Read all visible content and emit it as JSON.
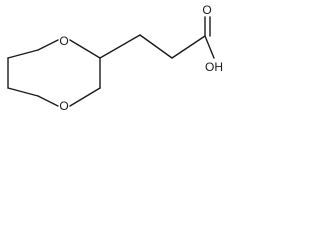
{
  "molecule": {
    "atoms": {
      "ring_oxygen_top": "O",
      "ring_oxygen_bottom": "O",
      "carbonyl_oxygen": "O",
      "hydroxyl": "OH"
    }
  }
}
